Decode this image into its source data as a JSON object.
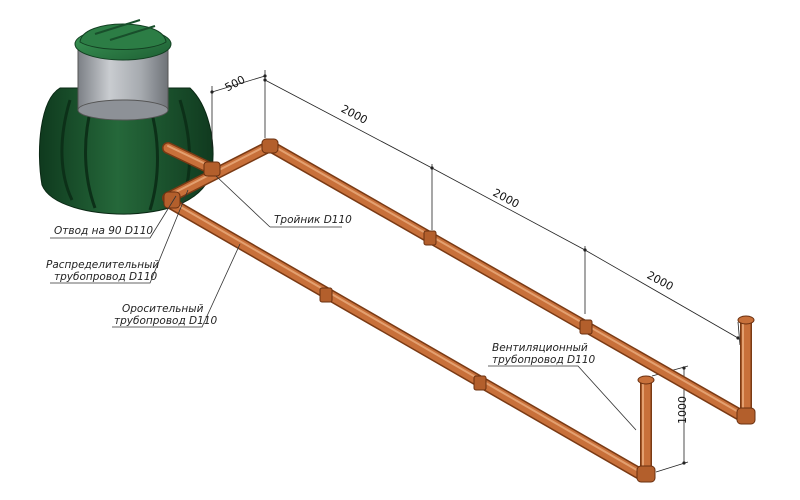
{
  "dimensions": {
    "offset": "500",
    "seg1": "2000",
    "seg2": "2000",
    "seg3": "2000",
    "riser": "1000"
  },
  "labels": {
    "elbow": "Отвод на 90 D110",
    "distribution_1": "Распределительный",
    "distribution_2": "трубопровод D110",
    "tee": "Тройник D110",
    "irrigation_1": "Оросительный",
    "irrigation_2": "трубопровод D110",
    "ventilation_1": "Вентиляционный",
    "ventilation_2": "трубопровод D110"
  },
  "colors": {
    "pipe": "#c8703a",
    "pipe_dark": "#8a4218",
    "pipe_light": "#e3a070",
    "tank": "#1f5a32",
    "tank_dark": "#103a1f",
    "lid": "#2f8a4a",
    "neck": "#a9adb3"
  }
}
